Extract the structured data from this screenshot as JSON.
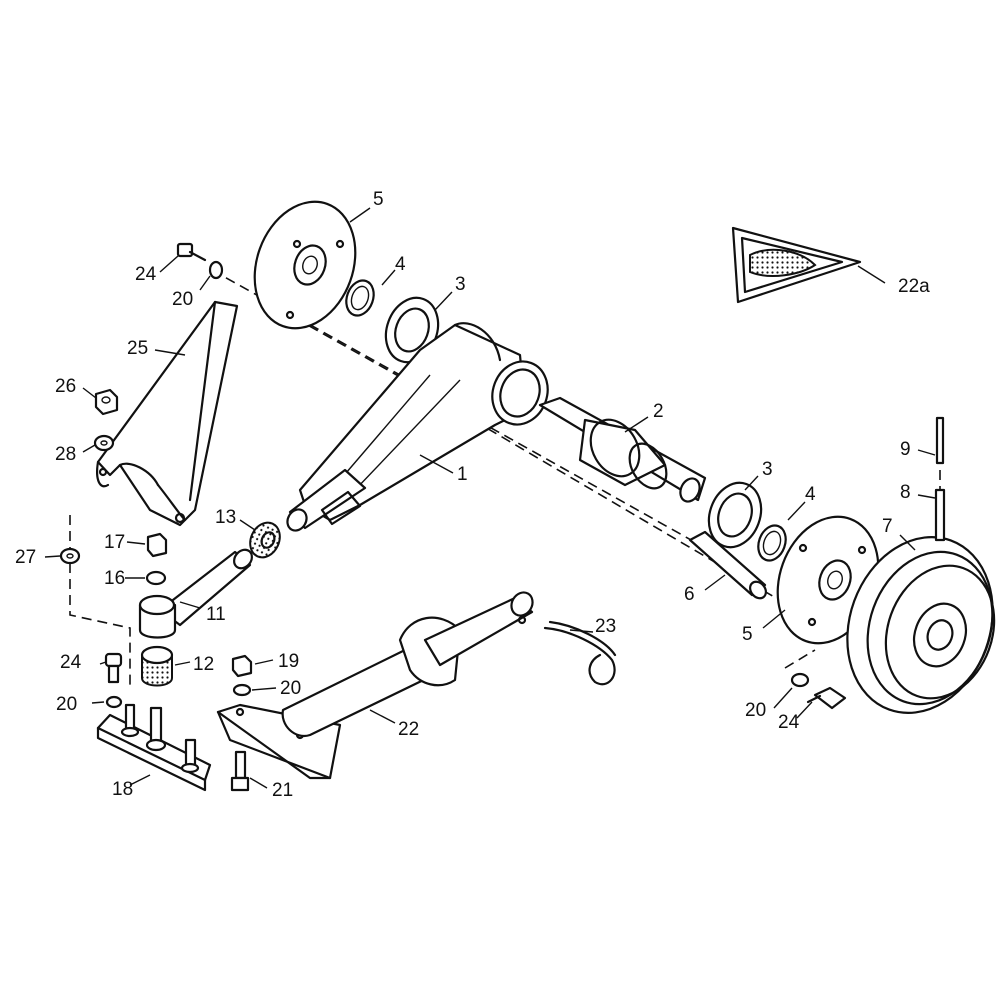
{
  "callouts": [
    {
      "id": "c1",
      "text": "1"
    },
    {
      "id": "c2",
      "text": "2"
    },
    {
      "id": "c3a",
      "text": "3"
    },
    {
      "id": "c3b",
      "text": "3"
    },
    {
      "id": "c4a",
      "text": "4"
    },
    {
      "id": "c4b",
      "text": "4"
    },
    {
      "id": "c5a",
      "text": "5"
    },
    {
      "id": "c5b",
      "text": "5"
    },
    {
      "id": "c6",
      "text": "6"
    },
    {
      "id": "c7",
      "text": "7"
    },
    {
      "id": "c8",
      "text": "8"
    },
    {
      "id": "c9",
      "text": "9"
    },
    {
      "id": "c11",
      "text": "11"
    },
    {
      "id": "c12",
      "text": "12"
    },
    {
      "id": "c13",
      "text": "13"
    },
    {
      "id": "c16",
      "text": "16"
    },
    {
      "id": "c17",
      "text": "17"
    },
    {
      "id": "c18",
      "text": "18"
    },
    {
      "id": "c19",
      "text": "19"
    },
    {
      "id": "c20a",
      "text": "20"
    },
    {
      "id": "c20b",
      "text": "20"
    },
    {
      "id": "c20c",
      "text": "20"
    },
    {
      "id": "c20d",
      "text": "20"
    },
    {
      "id": "c21",
      "text": "21"
    },
    {
      "id": "c22",
      "text": "22"
    },
    {
      "id": "c22a",
      "text": "22a"
    },
    {
      "id": "c23",
      "text": "23"
    },
    {
      "id": "c24a",
      "text": "24"
    },
    {
      "id": "c24b",
      "text": "24"
    },
    {
      "id": "c24c",
      "text": "24"
    },
    {
      "id": "c25",
      "text": "25"
    },
    {
      "id": "c26",
      "text": "26"
    },
    {
      "id": "c27",
      "text": "27"
    },
    {
      "id": "c28",
      "text": "28"
    }
  ],
  "colors": {
    "ink": "#111111",
    "paper": "#ffffff"
  }
}
